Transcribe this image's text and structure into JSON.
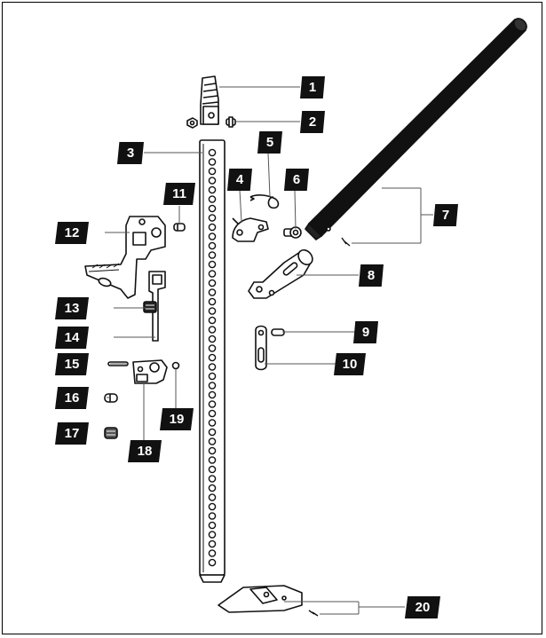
{
  "diagram": {
    "parts": [
      {
        "number": "1"
      },
      {
        "number": "2"
      },
      {
        "number": "3"
      },
      {
        "number": "4"
      },
      {
        "number": "5"
      },
      {
        "number": "6"
      },
      {
        "number": "7"
      },
      {
        "number": "8"
      },
      {
        "number": "9"
      },
      {
        "number": "10"
      },
      {
        "number": "11"
      },
      {
        "number": "12"
      },
      {
        "number": "13"
      },
      {
        "number": "14"
      },
      {
        "number": "15"
      },
      {
        "number": "16"
      },
      {
        "number": "17"
      },
      {
        "number": "18"
      },
      {
        "number": "19"
      },
      {
        "number": "20"
      }
    ],
    "colors": {
      "ink": "#111111",
      "badge_text": "#ffffff",
      "part_fill": "#ffffff"
    }
  }
}
